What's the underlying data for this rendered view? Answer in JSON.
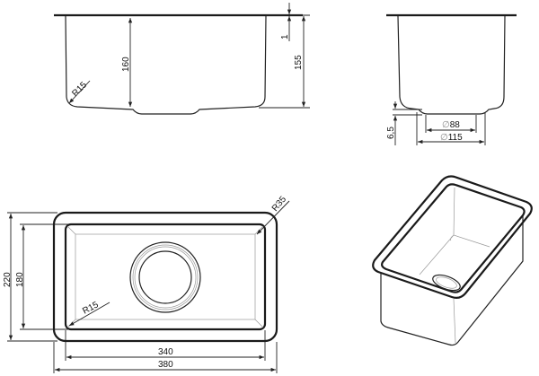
{
  "title": "Undermount sink technical drawing",
  "front_view": {
    "depth_total": "160",
    "rim_thickness": "1",
    "depth_inner": "155",
    "corner_radius": "R15"
  },
  "side_view": {
    "drain_offset": "6,5",
    "drain_inner": "88",
    "drain_outer": "115",
    "diameter_symbol": "∅"
  },
  "top_view": {
    "outer_height": "220",
    "inner_height": "180",
    "inner_width": "340",
    "outer_width": "380",
    "outer_radius": "R35",
    "inner_radius": "R15"
  },
  "colors": {
    "line": "#1a1a1a",
    "faint": "#999999"
  }
}
